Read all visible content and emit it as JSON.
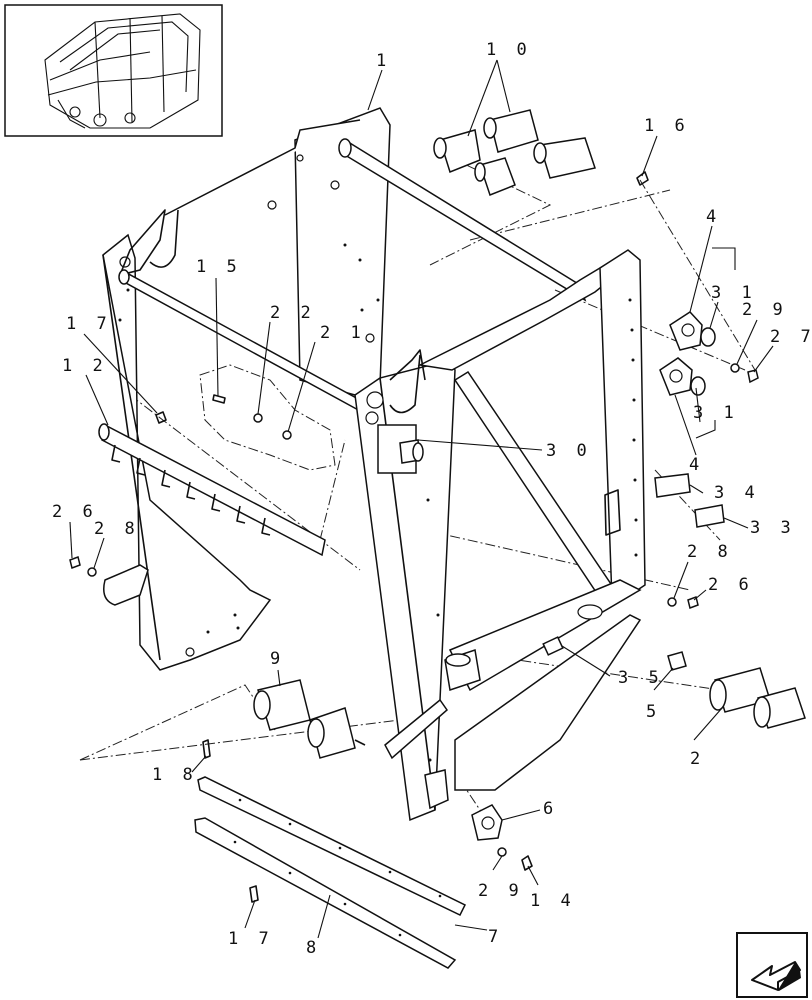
{
  "callouts": [
    {
      "id": "c1",
      "text": "1"
    },
    {
      "id": "c10",
      "text": "1 0"
    },
    {
      "id": "c16",
      "text": "1 6"
    },
    {
      "id": "c4a",
      "text": "4"
    },
    {
      "id": "c31a",
      "text": "3 1"
    },
    {
      "id": "c29a",
      "text": "2 9"
    },
    {
      "id": "c27",
      "text": "2 7"
    },
    {
      "id": "c31b",
      "text": "3 1"
    },
    {
      "id": "c4b",
      "text": "4"
    },
    {
      "id": "c15",
      "text": "1 5"
    },
    {
      "id": "c22",
      "text": "2 2"
    },
    {
      "id": "c21",
      "text": "2 1"
    },
    {
      "id": "c17a",
      "text": "1 7"
    },
    {
      "id": "c12",
      "text": "1 2"
    },
    {
      "id": "c30",
      "text": "3 0"
    },
    {
      "id": "c34",
      "text": "3 4"
    },
    {
      "id": "c33",
      "text": "3 3"
    },
    {
      "id": "c26a",
      "text": "2 6"
    },
    {
      "id": "c28a",
      "text": "2 8"
    },
    {
      "id": "c28b",
      "text": "2 8"
    },
    {
      "id": "c26b",
      "text": "2 6"
    },
    {
      "id": "c9",
      "text": "9"
    },
    {
      "id": "c35",
      "text": "3 5"
    },
    {
      "id": "c5",
      "text": "5"
    },
    {
      "id": "c2",
      "text": "2"
    },
    {
      "id": "c18",
      "text": "1 8"
    },
    {
      "id": "c6",
      "text": "6"
    },
    {
      "id": "c29b",
      "text": "2 9"
    },
    {
      "id": "c14",
      "text": "1 4"
    },
    {
      "id": "c17b",
      "text": "1 7"
    },
    {
      "id": "c8",
      "text": "8"
    },
    {
      "id": "c7",
      "text": "7"
    }
  ],
  "icons": {
    "thumbnail": "baler-overview-thumbnail",
    "navigation": "back-arrow-icon"
  }
}
